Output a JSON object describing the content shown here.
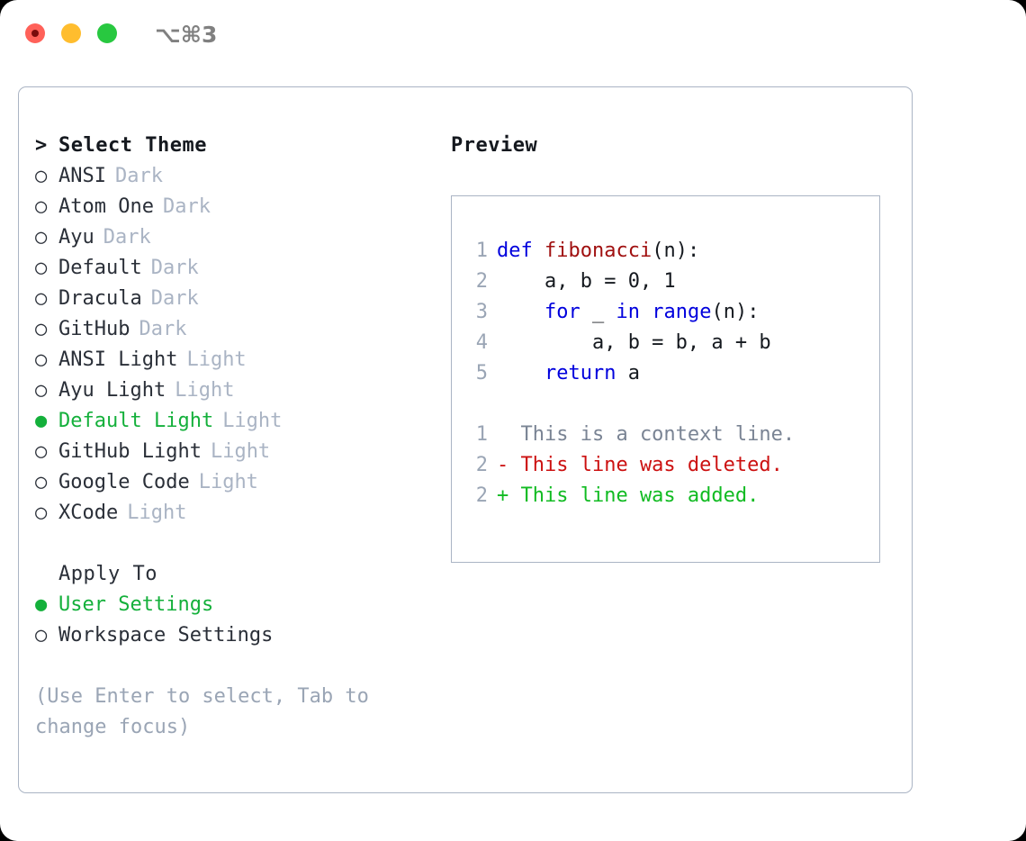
{
  "titlebar": {
    "shortcut": "⌥⌘3",
    "controls": [
      {
        "name": "close",
        "color": "#ff6159"
      },
      {
        "name": "minimize",
        "color": "#ffbd2e"
      },
      {
        "name": "maximize",
        "color": "#28c840"
      }
    ]
  },
  "colors": {
    "selected_green": "#14b03b",
    "muted_gray": "#aab4c4",
    "hint_gray": "#9aa5b5",
    "border": "#aab4c4",
    "keyword_blue": "#0000dd",
    "function_red": "#a01010",
    "diff_delete": "#cc1111",
    "diff_add": "#11bb22",
    "text": "#2a2f38"
  },
  "theme_list": {
    "caret": ">",
    "title": "Select Theme",
    "marker_selected": "●",
    "marker_unselected": "○",
    "items": [
      {
        "name": "ANSI",
        "variant": "Dark",
        "selected": false
      },
      {
        "name": "Atom One",
        "variant": "Dark",
        "selected": false
      },
      {
        "name": "Ayu",
        "variant": "Dark",
        "selected": false
      },
      {
        "name": "Default",
        "variant": "Dark",
        "selected": false
      },
      {
        "name": "Dracula",
        "variant": "Dark",
        "selected": false
      },
      {
        "name": "GitHub",
        "variant": "Dark",
        "selected": false
      },
      {
        "name": "ANSI Light",
        "variant": "Light",
        "selected": false
      },
      {
        "name": "Ayu Light",
        "variant": "Light",
        "selected": false
      },
      {
        "name": "Default Light",
        "variant": "Light",
        "selected": true
      },
      {
        "name": "GitHub Light",
        "variant": "Light",
        "selected": false
      },
      {
        "name": "Google Code",
        "variant": "Light",
        "selected": false
      },
      {
        "name": "XCode",
        "variant": "Light",
        "selected": false
      }
    ]
  },
  "apply_to": {
    "label": "Apply To",
    "options": [
      {
        "name": "User Settings",
        "selected": true
      },
      {
        "name": "Workspace Settings",
        "selected": false
      }
    ]
  },
  "hint": "(Use Enter to select, Tab to change focus)",
  "preview": {
    "title": "Preview",
    "code_lines": [
      {
        "no": "1",
        "tokens": [
          {
            "t": "def ",
            "c": "kw"
          },
          {
            "t": "fibonacci",
            "c": "fn"
          },
          {
            "t": "(n):",
            "c": "plain"
          }
        ]
      },
      {
        "no": "2",
        "tokens": [
          {
            "t": "    a, b = 0, 1",
            "c": "plain"
          }
        ]
      },
      {
        "no": "3",
        "tokens": [
          {
            "t": "    ",
            "c": "plain"
          },
          {
            "t": "for",
            "c": "kw"
          },
          {
            "t": " _ ",
            "c": "plain"
          },
          {
            "t": "in range",
            "c": "kw"
          },
          {
            "t": "(n):",
            "c": "plain"
          }
        ]
      },
      {
        "no": "4",
        "tokens": [
          {
            "t": "        a, b = b, a + b",
            "c": "plain"
          }
        ]
      },
      {
        "no": "5",
        "tokens": [
          {
            "t": "    ",
            "c": "plain"
          },
          {
            "t": "return",
            "c": "kw"
          },
          {
            "t": " a",
            "c": "plain"
          }
        ]
      }
    ],
    "diff_lines": [
      {
        "no": "1",
        "prefix": "  ",
        "text": "This is a context line.",
        "kind": "ctx"
      },
      {
        "no": "2",
        "prefix": "- ",
        "text": "This line was deleted.",
        "kind": "del"
      },
      {
        "no": "2",
        "prefix": "+ ",
        "text": "This line was added.",
        "kind": "add"
      }
    ]
  }
}
